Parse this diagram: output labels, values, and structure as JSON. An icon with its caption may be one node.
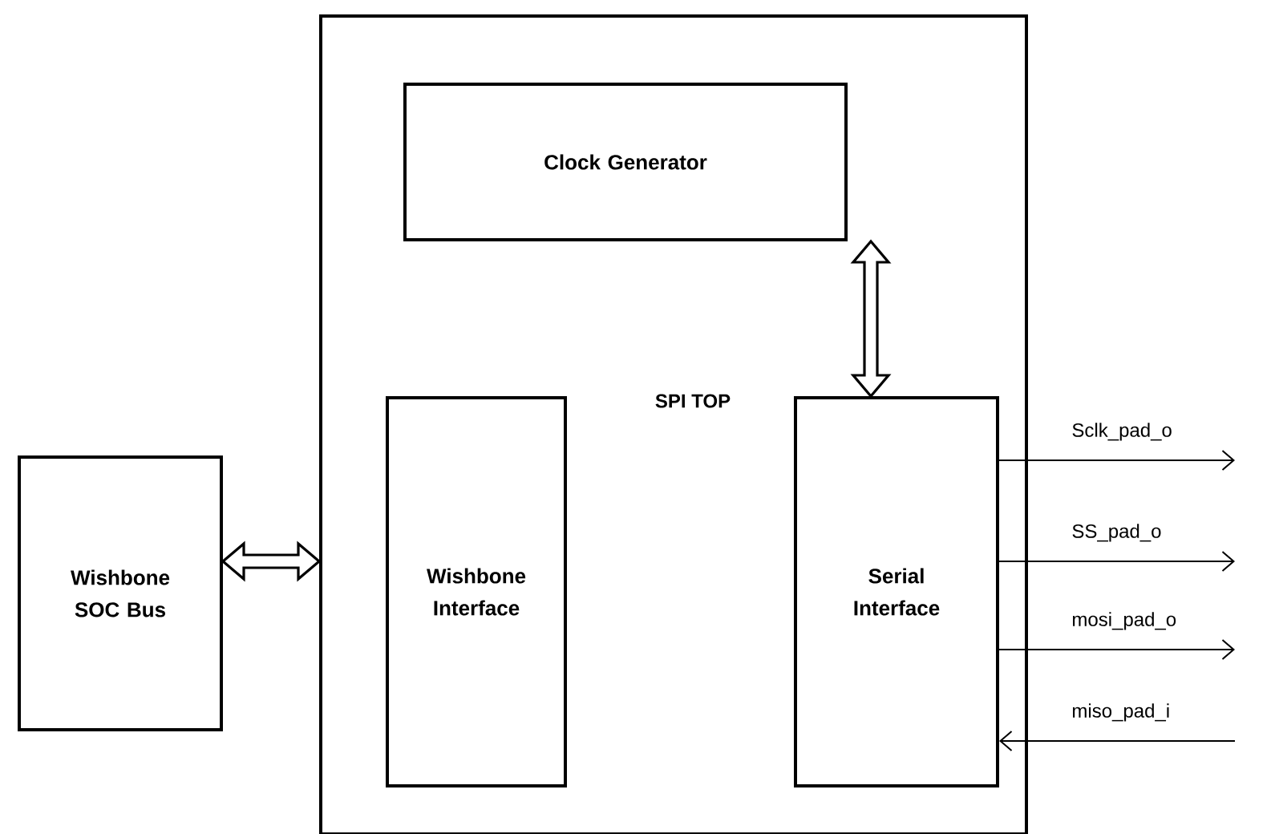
{
  "diagram": {
    "nodes": [
      {
        "text": [
          "SPI TOP"
        ]
      },
      {
        "text": [
          "Clock Generator"
        ],
        "in": 0
      },
      {
        "text": [
          "Wishbone Interface"
        ],
        "in": 0
      },
      {
        "text": [
          "Serial Interface"
        ],
        "in": 0
      },
      {
        "text": [
          "Wishbone SOC Bus"
        ]
      }
    ],
    "edges": [
      {
        "from": 4,
        "to": 0,
        "arrow": "both",
        "style": "thick"
      },
      {
        "from": 1,
        "to": 3,
        "arrow": "both",
        "style": "thick"
      },
      {
        "from": 3,
        "to": null,
        "arrow": "to",
        "label": "Sclk_pad_o"
      },
      {
        "from": 3,
        "to": null,
        "arrow": "to",
        "label": "SS_pad_o"
      },
      {
        "from": 3,
        "to": null,
        "arrow": "to",
        "label": "mosi_pad_o"
      },
      {
        "from": null,
        "to": 3,
        "arrow": "to",
        "label": "miso_pad_i"
      }
    ]
  }
}
